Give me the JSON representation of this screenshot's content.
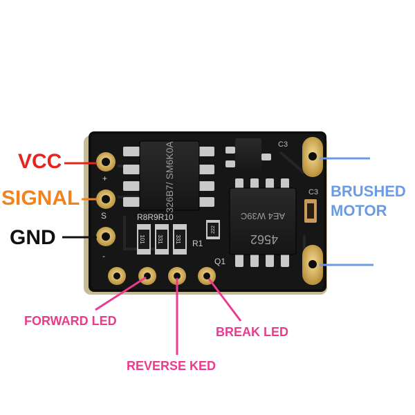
{
  "labels": {
    "vcc": "VCC",
    "signal": "SIGNAL",
    "gnd": "GND",
    "brushed_motor_line1": "BRUSHED",
    "brushed_motor_line2": "MOTOR",
    "forward_led": "FORWARD LED",
    "reverse_led": "REVERSE KED",
    "break_led": "BREAK LED"
  },
  "board_markings": {
    "chip_left": "326B7/ SM6K0A",
    "chip_right_line1": "AE4 W39C",
    "chip_right_line2": "4562",
    "resistor_row": "R8R9R10",
    "res1": "101",
    "res2": "331",
    "res3": "331",
    "res4": "222",
    "r1": "R1",
    "q1": "Q1",
    "c3": "C3",
    "plus": "+",
    "s": "S",
    "minus": "-"
  },
  "colors": {
    "vcc": "#e8231b",
    "signal": "#f0831f",
    "gnd": "#111111",
    "motor": "#6c9be6",
    "led": "#ec3a8e",
    "pcb": "#111111",
    "pad": "#d8b45a"
  }
}
